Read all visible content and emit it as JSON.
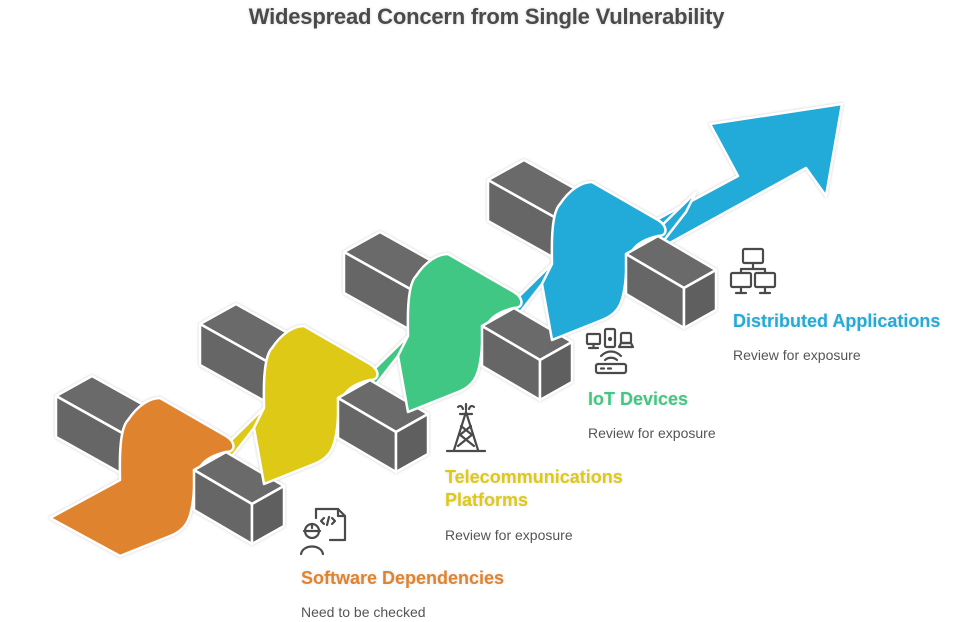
{
  "title": "Widespread Concern from Single Vulnerability",
  "colors": {
    "orange": "#E0832F",
    "yellow": "#DDC916",
    "green": "#40C783",
    "blue": "#22AAD9",
    "block": "#666666",
    "icon": "#4a4a4a"
  },
  "stages": [
    {
      "title": "Software Dependencies",
      "description": "Need to be checked",
      "icon": "engineer-code-icon",
      "color": "#E0832F"
    },
    {
      "title": "Telecommunications Platforms",
      "title_line1": "Telecommunications",
      "title_line2": "Platforms",
      "description": "Review for exposure",
      "icon": "cell-tower-icon",
      "color": "#DDC916"
    },
    {
      "title": "IoT Devices",
      "description": "Review for exposure",
      "icon": "iot-devices-icon",
      "color": "#40C783"
    },
    {
      "title": "Distributed Applications",
      "description": "Review for exposure",
      "icon": "network-icon",
      "color": "#22AAD9"
    }
  ]
}
